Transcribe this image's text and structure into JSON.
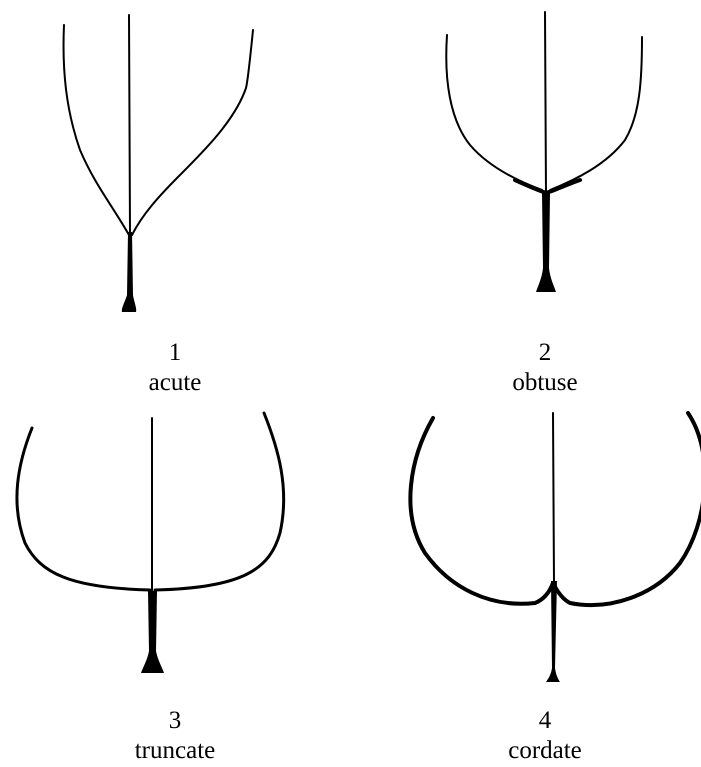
{
  "items": [
    {
      "number": "1",
      "name": "acute"
    },
    {
      "number": "2",
      "name": "obtuse"
    },
    {
      "number": "3",
      "name": "truncate"
    },
    {
      "number": "4",
      "name": "cordate"
    }
  ],
  "line_color": "#000000"
}
